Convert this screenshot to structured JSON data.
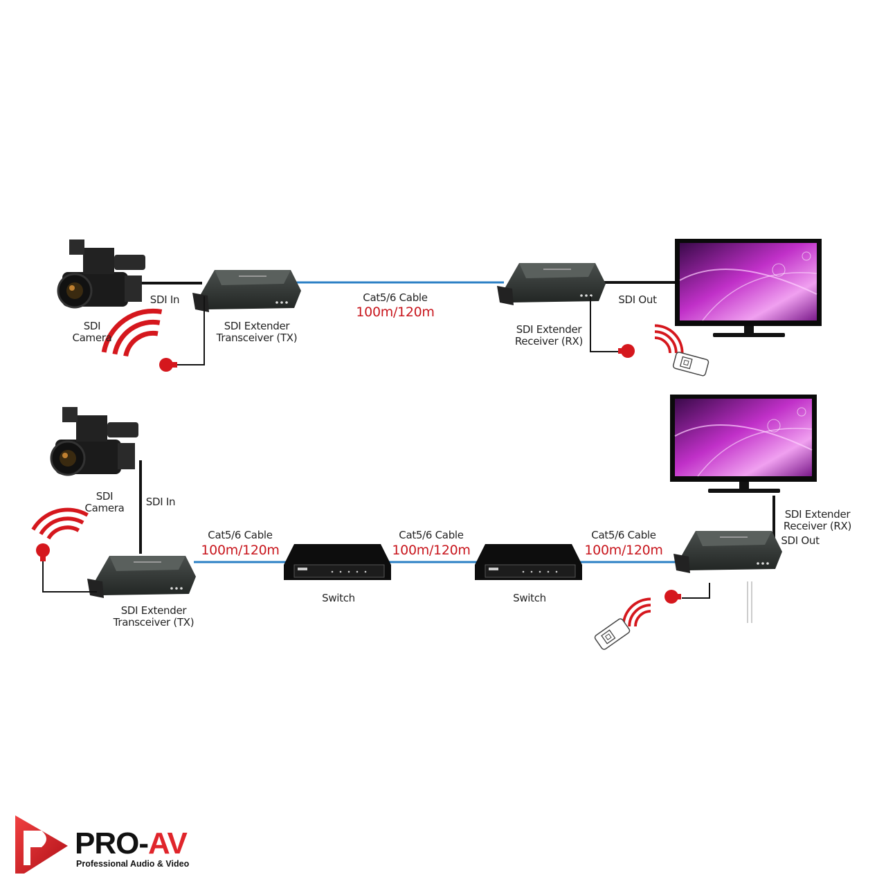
{
  "top_row": {
    "camera_label": [
      "SDI",
      "Camera"
    ],
    "sdi_in": "SDI In",
    "tx_label": [
      "SDI Extender",
      "Transceiver (TX)"
    ],
    "cable": "Cat5/6 Cable",
    "distance": "100m/120m",
    "rx_label": [
      "SDI Extender",
      "Receiver (RX)"
    ],
    "sdi_out": "SDI Out"
  },
  "bottom_row": {
    "camera_label": [
      "SDI",
      "Camera"
    ],
    "sdi_in": "SDI In",
    "tx_label": [
      "SDI Extender",
      "Transceiver (TX)"
    ],
    "segments": [
      {
        "cable": "Cat5/6 Cable",
        "distance": "100m/120m"
      },
      {
        "cable": "Cat5/6 Cable",
        "distance": "100m/120m"
      },
      {
        "cable": "Cat5/6 Cable",
        "distance": "100m/120m"
      }
    ],
    "switches": [
      "Switch",
      "Switch"
    ],
    "rx_label": [
      "SDI Extender",
      "Receiver (RX)"
    ],
    "sdi_out": "SDI Out"
  },
  "logo": {
    "brand_a": "PRO-",
    "brand_b": "AV",
    "tagline": "Professional Audio & Video"
  },
  "colors": {
    "cat_cable": "#2a7fc4",
    "sdi_cable": "#111111",
    "accent": "#c8161d"
  }
}
